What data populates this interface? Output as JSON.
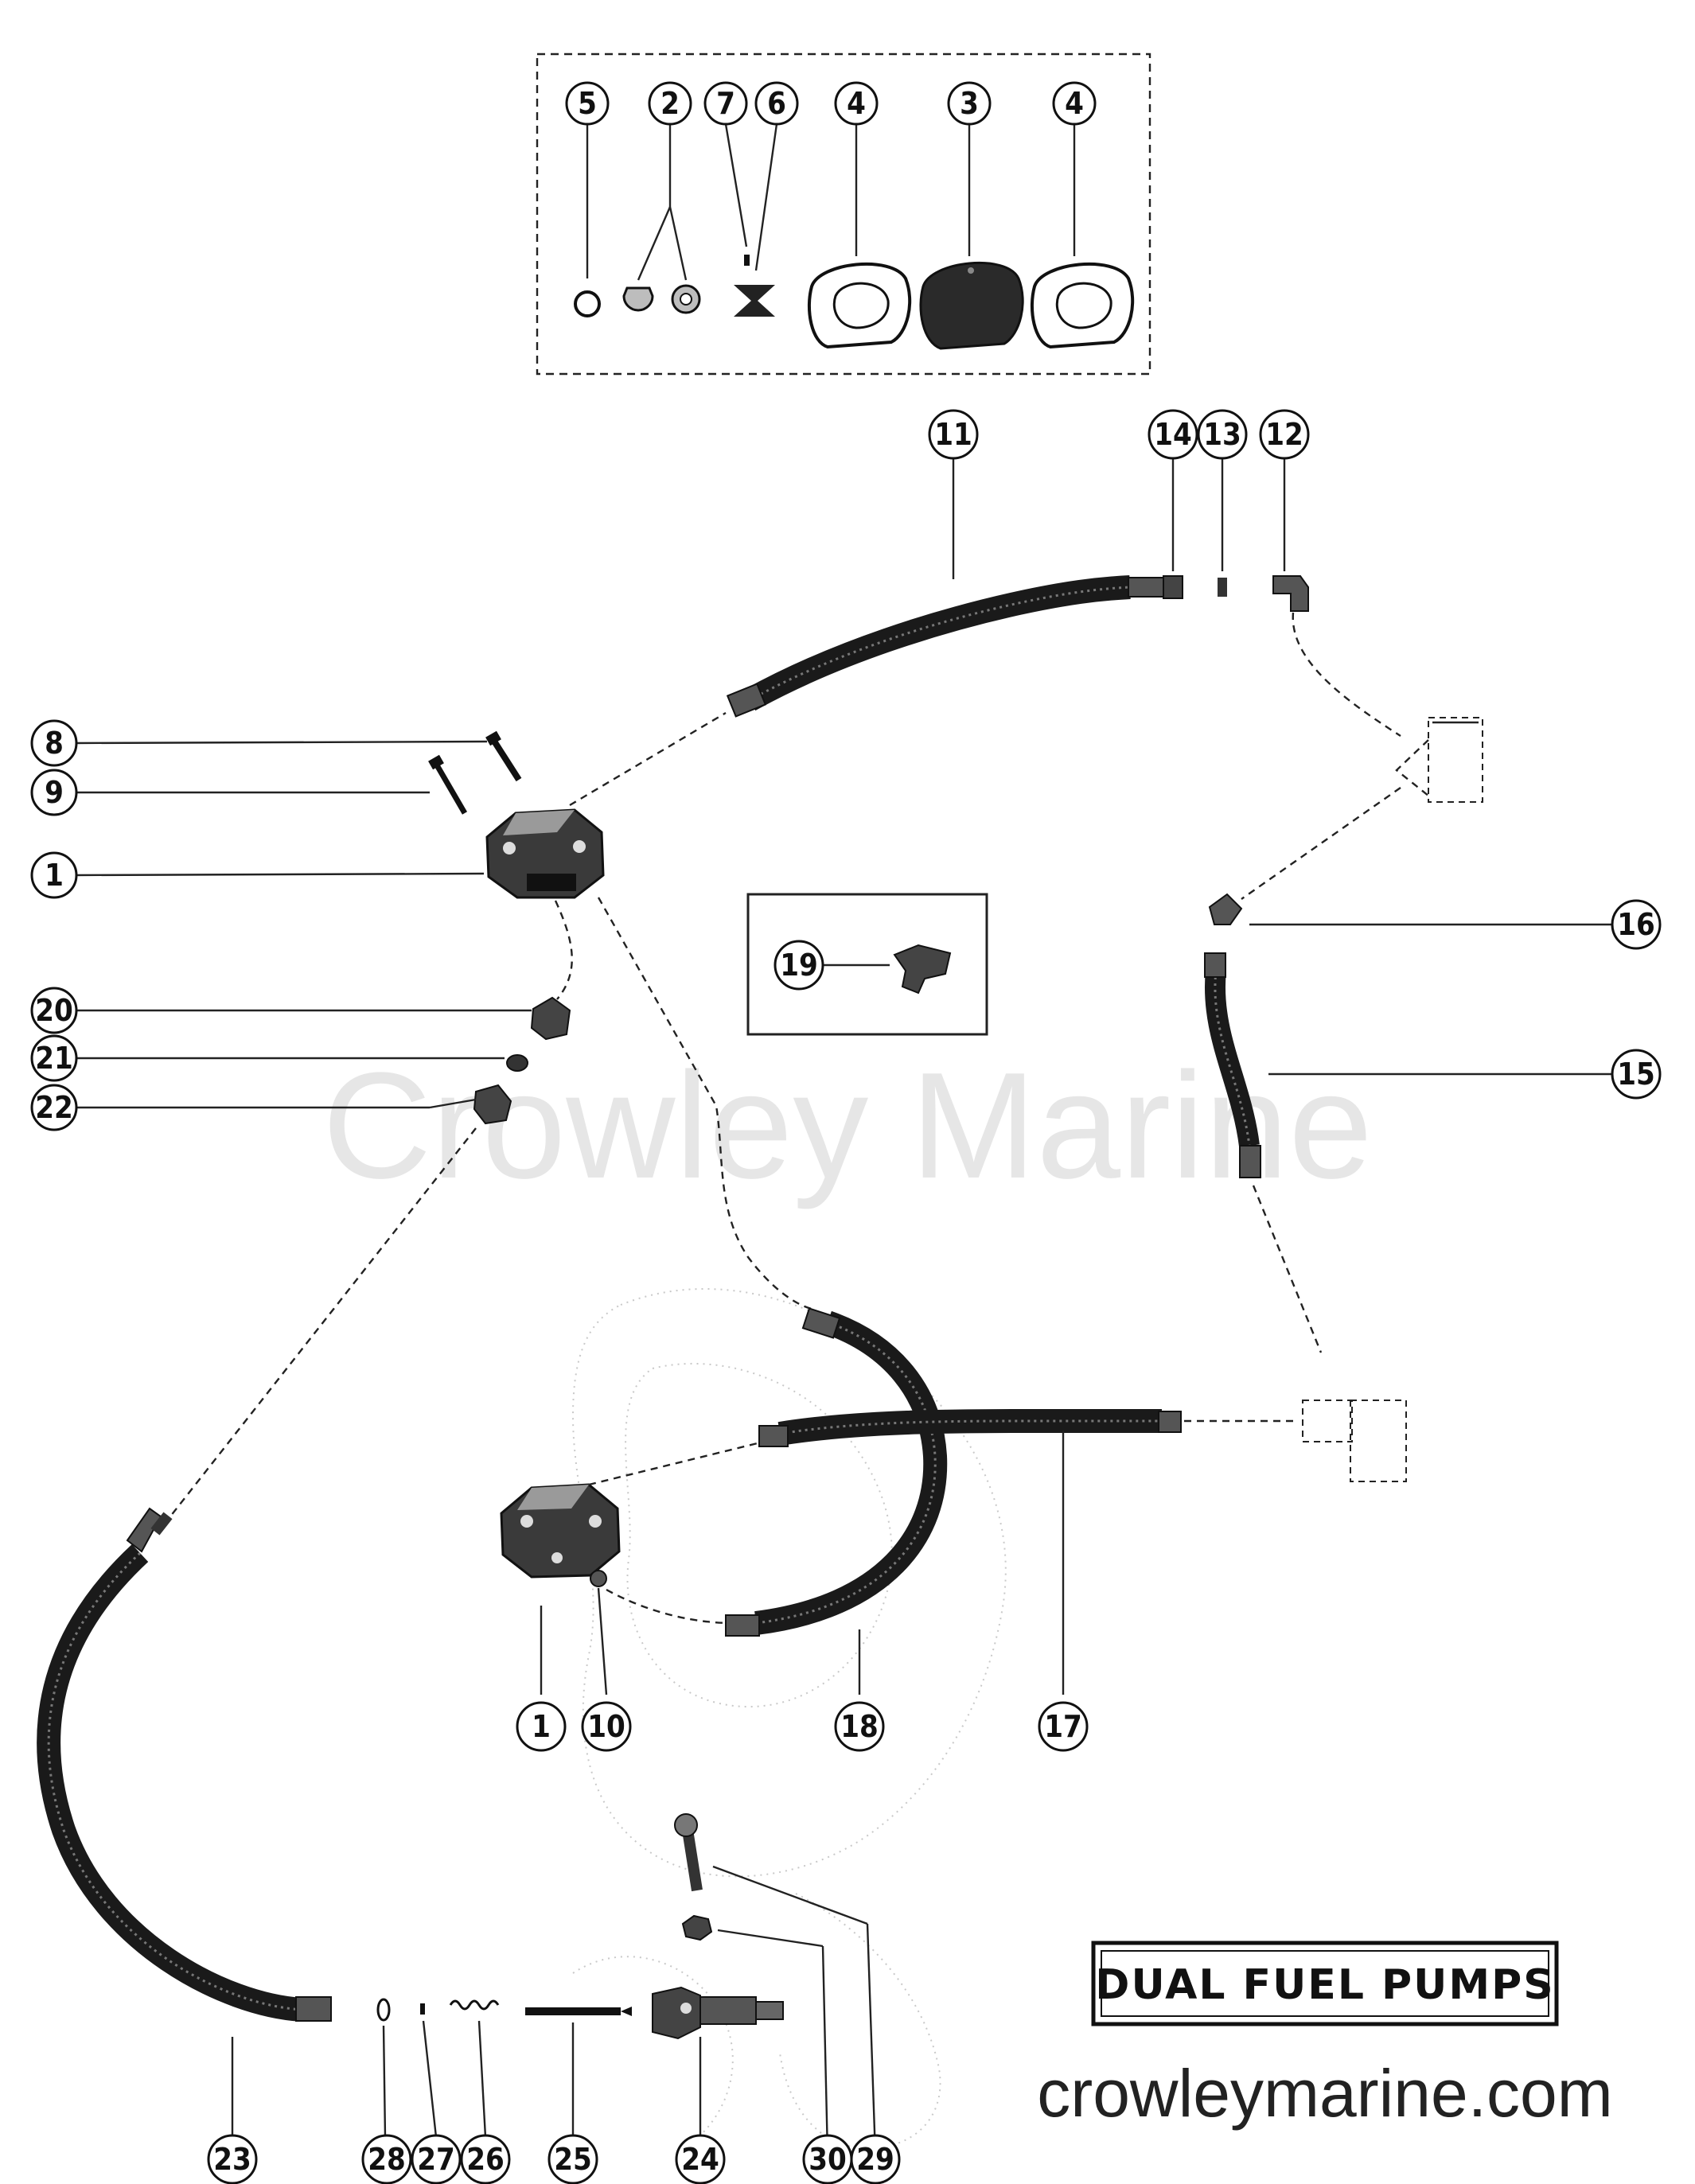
{
  "diagram": {
    "title": "DUAL FUEL PUMPS",
    "watermark": "Crowley Marine",
    "website": "crowleymarine.com",
    "callouts": [
      "5",
      "2",
      "7",
      "6",
      "4",
      "3",
      "4",
      "11",
      "14",
      "13",
      "12",
      "8",
      "9",
      "1",
      "16",
      "19",
      "20",
      "21",
      "22",
      "15",
      "1",
      "10",
      "18",
      "17",
      "23",
      "28",
      "27",
      "26",
      "25",
      "24",
      "30",
      "29"
    ]
  }
}
